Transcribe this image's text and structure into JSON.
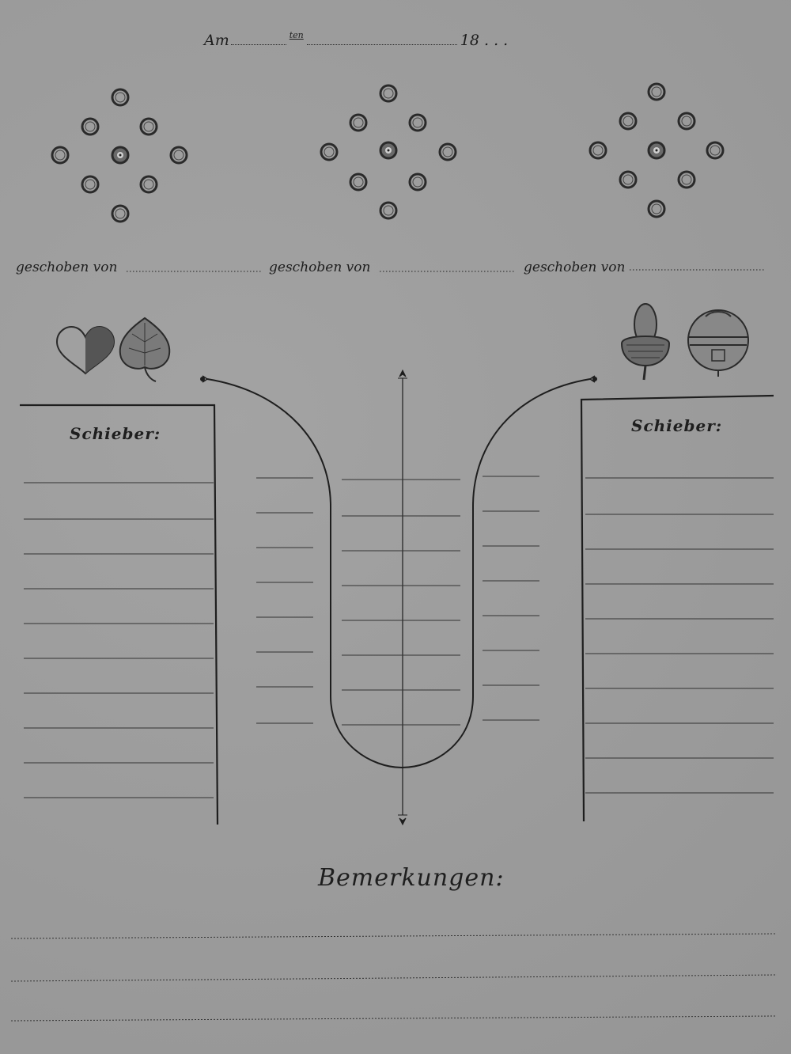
{
  "header": {
    "am_label": "Am",
    "ten_label": "ten",
    "year_label": "18",
    "year_suffix": ". . ."
  },
  "pin_groups": [
    {
      "pusher_label": "geschoben von"
    },
    {
      "pusher_label": "geschoben von"
    },
    {
      "pusher_label": "geschoben von"
    }
  ],
  "left_panel": {
    "title": "Schieber:",
    "suit_icons": [
      "heart-icon",
      "leaf-icon"
    ]
  },
  "right_panel": {
    "title": "Schieber:",
    "suit_icons": [
      "acorn-icon",
      "bell-icon"
    ]
  },
  "remarks": {
    "title": "Bemerkungen:"
  },
  "colors": {
    "paper": "#9d9d9d",
    "ink": "#1e1e1e"
  }
}
